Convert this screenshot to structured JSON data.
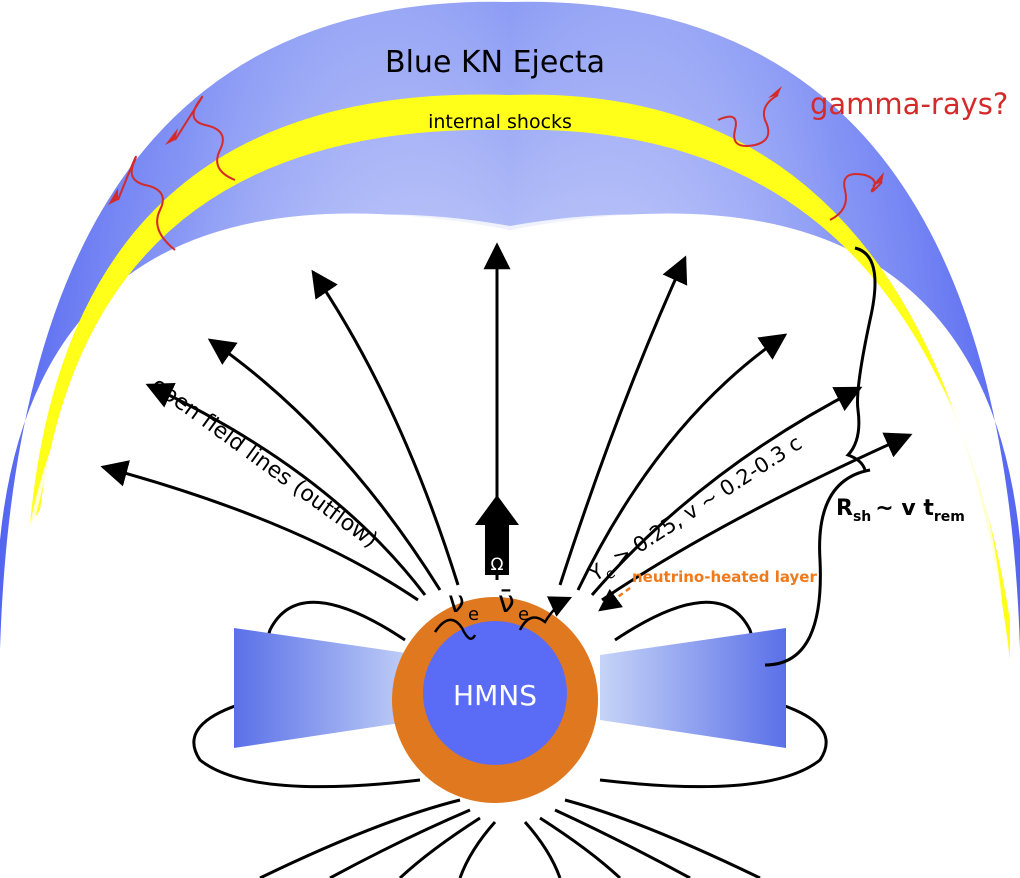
{
  "labels": {
    "ejecta": "Blue KN Ejecta",
    "shocks": "internal shocks",
    "gamma": "gamma-rays?",
    "open_lines": "open field lines (outflow)",
    "omega": "Ω",
    "hmns": "HMNS",
    "nu_e": "ν",
    "nu_e_bar": "ν̄",
    "nu_sub": "e",
    "heated_layer": "neutrino-heated layer",
    "ye_prefix": "Y",
    "ye_sub": "e",
    "ye_rest": " > 0.25, v ~ 0.2-0.3 c",
    "rsh_main": "R",
    "rsh_sub": "sh",
    "rsh_mid": "~ v t",
    "rsh_sub2": "rem"
  },
  "colors": {
    "ejecta_blue": "#5468f0",
    "shock_yellow": "#ffff1a",
    "core_blue": "#5a6cf5",
    "layer_orange": "#e07820",
    "gamma_red": "#d42a2a",
    "heated_orange": "#f07a1a",
    "line_black": "#000000"
  }
}
